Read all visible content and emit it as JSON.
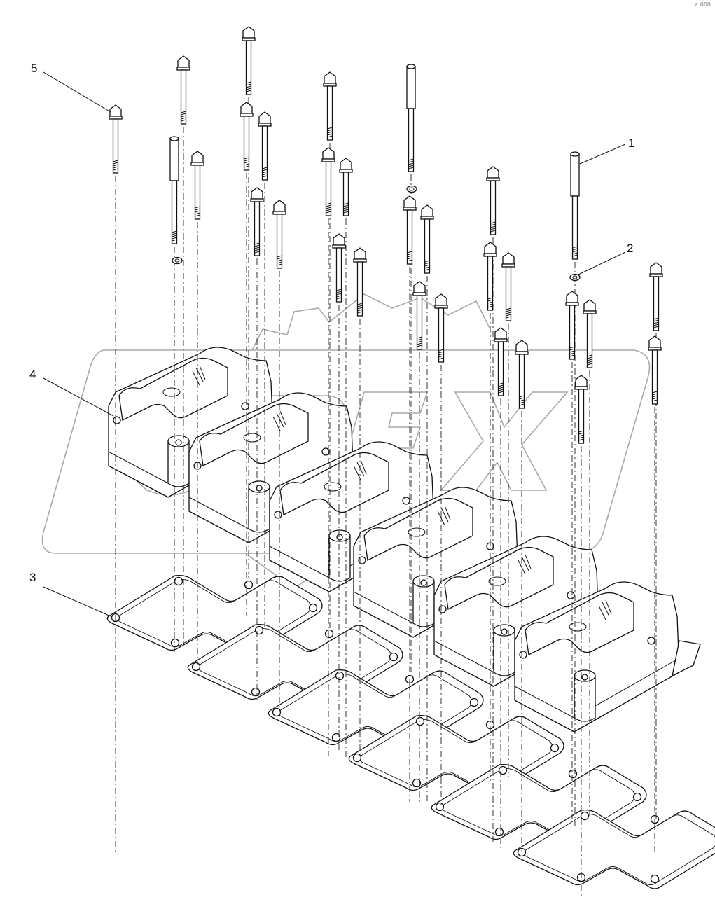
{
  "corner_mark": "↗ 000",
  "callouts": [
    {
      "id": "1",
      "label": "1"
    },
    {
      "id": "2",
      "label": "2"
    },
    {
      "id": "3",
      "label": "3"
    },
    {
      "id": "4",
      "label": "4"
    },
    {
      "id": "5",
      "label": "5"
    }
  ],
  "watermark_icon": "gear-logo-watermark",
  "colors": {
    "line": "#111111",
    "watermark": "#a9a9a9",
    "background": "#ffffff"
  }
}
